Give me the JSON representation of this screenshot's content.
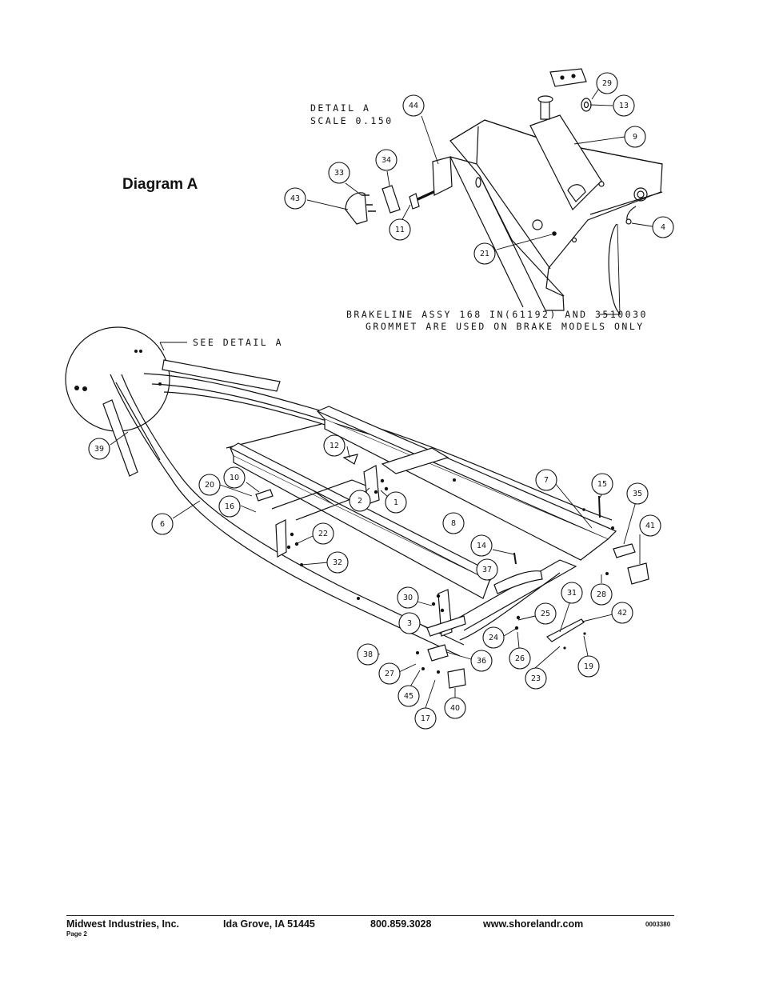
{
  "title": "Diagram A",
  "detail": {
    "line1": "DETAIL A",
    "line2": "SCALE 0.150"
  },
  "notes": {
    "see_detail": "SEE DETAIL A",
    "brakeline_1": "BRAKELINE ASSY 168 IN(61192) AND 3510030",
    "brakeline_2": "GROMMET ARE USED ON BRAKE MODELS ONLY"
  },
  "callouts": {
    "c29": "29",
    "c13": "13",
    "c44": "44",
    "c9": "9",
    "c34": "34",
    "c33": "33",
    "c43": "43",
    "c11": "11",
    "c4": "4",
    "c21": "21",
    "c39": "39",
    "c6": "6",
    "c12": "12",
    "c2": "2",
    "c1": "1",
    "c10": "10",
    "c20": "20",
    "c16": "16",
    "c22": "22",
    "c32": "32",
    "c8": "8",
    "c7": "7",
    "c15": "15",
    "c35": "35",
    "c41": "41",
    "c14": "14",
    "c37": "37",
    "c28": "28",
    "c30": "30",
    "c3": "3",
    "c25": "25",
    "c24": "24",
    "c31": "31",
    "c42": "42",
    "c26": "26",
    "c38": "38",
    "c27": "27",
    "c36": "36",
    "c23": "23",
    "c19": "19",
    "c45": "45",
    "c17": "17",
    "c40": "40"
  },
  "footer": {
    "company": "Midwest Industries, Inc.",
    "location": "Ida Grove, IA  51445",
    "phone": "800.859.3028",
    "website": "www.shorelandr.com",
    "code": "0003380",
    "page": "Page 2"
  }
}
